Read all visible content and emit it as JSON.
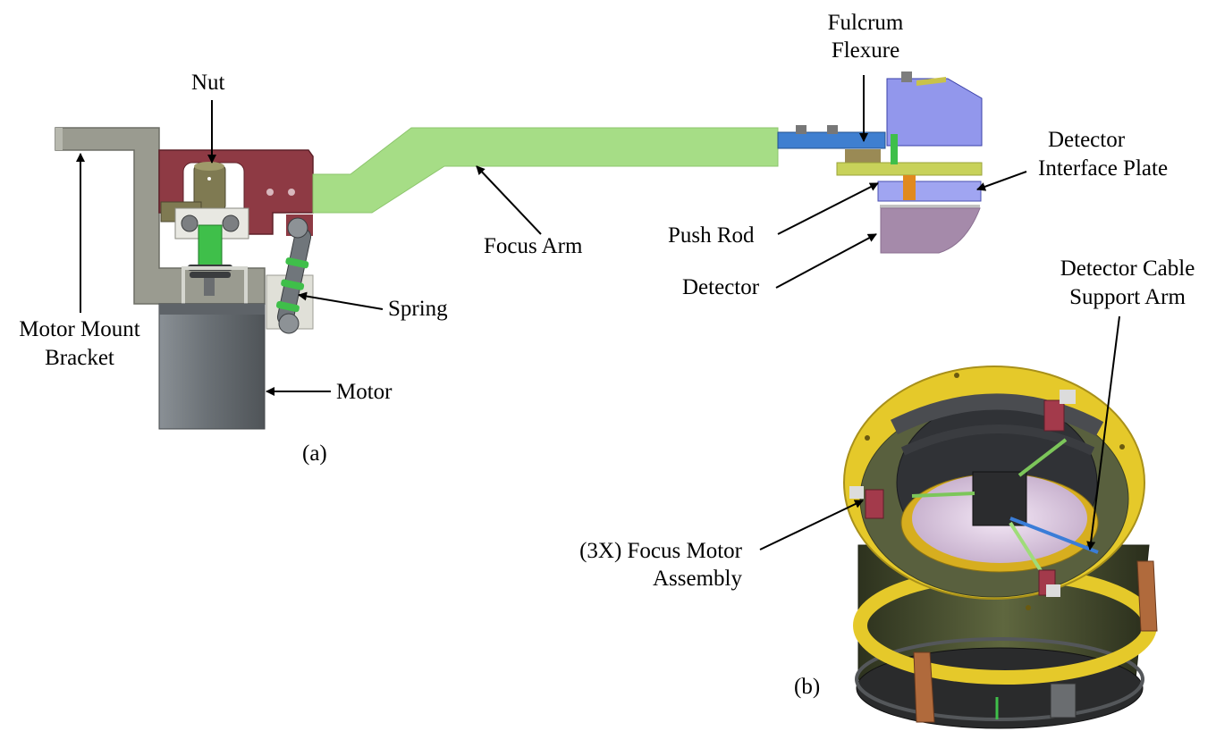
{
  "labels": {
    "nut": "Nut",
    "fulcrum_flexure_1": "Fulcrum",
    "fulcrum_flexure_2": "Flexure",
    "detector_interface_plate_1": "Detector",
    "detector_interface_plate_2": "Interface Plate",
    "push_rod": "Push Rod",
    "focus_arm": "Focus Arm",
    "detector": "Detector",
    "spring": "Spring",
    "motor_mount_bracket_1": "Motor Mount",
    "motor_mount_bracket_2": "Bracket",
    "motor": "Motor",
    "detector_cable_support_arm_1": "Detector Cable",
    "detector_cable_support_arm_2": "Support Arm",
    "focus_motor_assembly_1": "(3X) Focus Motor",
    "focus_motor_assembly_2": "Assembly",
    "panel_a": "(a)",
    "panel_b": "(b)"
  },
  "colors": {
    "bracket": "#9a9b90",
    "focus_arm": "#a6dd86",
    "mount_block": "#8e3a44",
    "nut": "#7f7a52",
    "motor": "#6e7479",
    "blue_flexure": "#3f7fd0",
    "detector": "#a58aaa",
    "ring_yellow": "#e5c92a",
    "barrel": "#59603e"
  }
}
